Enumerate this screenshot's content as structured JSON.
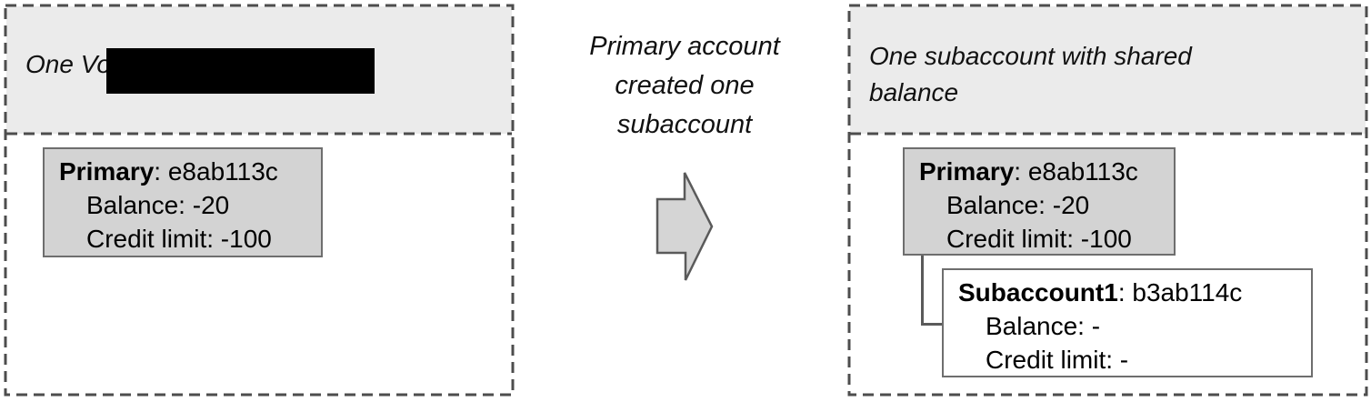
{
  "diagram": {
    "left_panel": {
      "title_visible_text": "One Vo",
      "primary_box": {
        "title_label": "Primary",
        "title_value": ": e8ab113c",
        "balance_line": "Balance: -20",
        "credit_line": "Credit limit: -100"
      }
    },
    "transition": {
      "label_lines": [
        "Primary account",
        "created one",
        "subaccount"
      ]
    },
    "right_panel": {
      "title_text": "One subaccount with shared balance",
      "primary_box": {
        "title_label": "Primary",
        "title_value": ": e8ab113c",
        "balance_line": "Balance: -20",
        "credit_line": "Credit limit: -100"
      },
      "subaccount_box": {
        "title_label": "Subaccount1",
        "title_value": ": b3ab114c",
        "balance_line": "Balance: -",
        "credit_line": "Credit limit: -"
      }
    }
  },
  "colors": {
    "panel_header_bg": "#ebebeb",
    "panel_body_bg": "#ffffff",
    "dashed_border": "#4d4d4d",
    "box_gray_bg": "#d3d3d3",
    "box_white_bg": "#ffffff",
    "box_border": "#6e6e6e",
    "arrow_fill": "#d5d5d5",
    "arrow_stroke": "#5a5a5a",
    "connector": "#5a5a5a",
    "redaction": "#000000",
    "text": "#000000"
  }
}
